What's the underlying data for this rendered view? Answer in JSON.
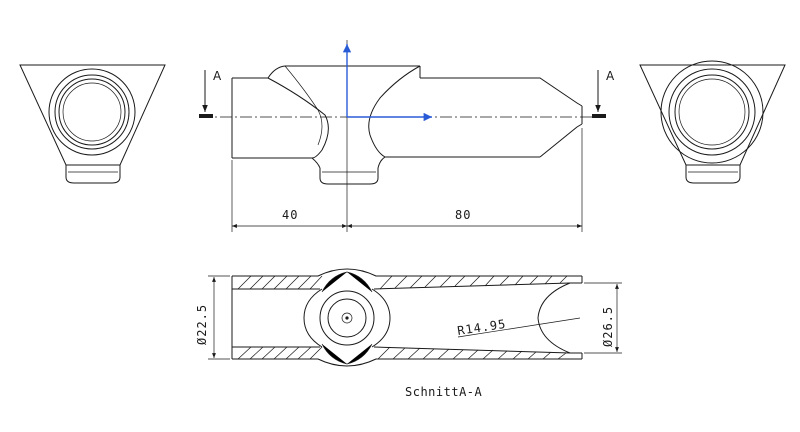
{
  "drawing": {
    "section_marker": "A",
    "dimensions": {
      "length_left": "40",
      "length_right": "80",
      "diameter_left": "Ø22.5",
      "diameter_right": "Ø26.5",
      "radius": "R14.95"
    },
    "section_caption": "SchnittA-A",
    "colors": {
      "line": "#1a1a1a",
      "axis": "#2a5bd7"
    }
  }
}
